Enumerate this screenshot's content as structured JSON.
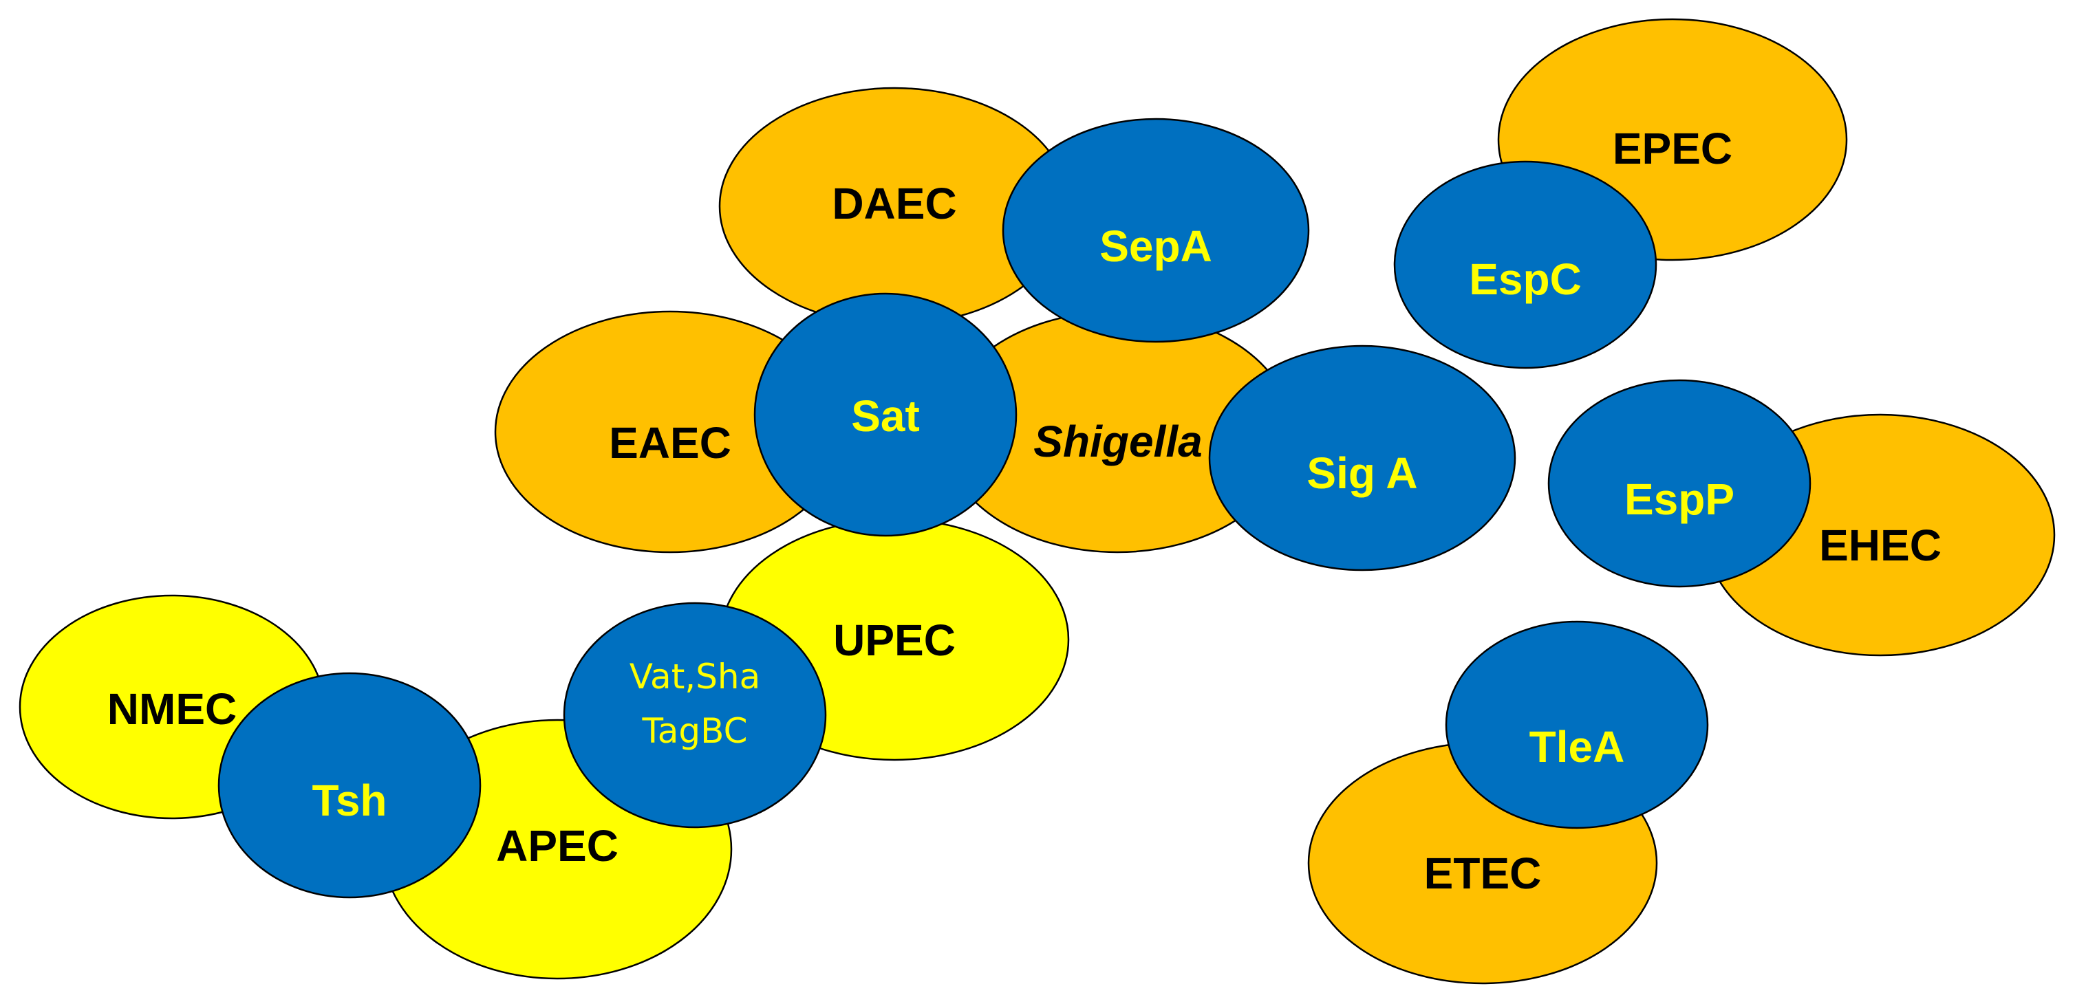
{
  "colors": {
    "orange": "#FFC000",
    "yellow": "#FFFF00",
    "blue": "#0070C0",
    "dark_text": "#000000",
    "protein_text": "#FFFF00",
    "outline": "#000000"
  },
  "pathotypes": {
    "daec": "DAEC",
    "epec": "EPEC",
    "eaec": "EAEC",
    "shigella": "Shigella",
    "ehec": "EHEC",
    "upec": "UPEC",
    "nmec": "NMEC",
    "apec": "APEC",
    "etec": "ETEC"
  },
  "proteins": {
    "sepa": "SepA",
    "espc": "EspC",
    "sat": "Sat",
    "siga": "Sig A",
    "espp": "EspP",
    "vat_line1": "Vat,Sha",
    "vat_line2": "TagBC",
    "tsh": "Tsh",
    "tlea": "TleA"
  }
}
